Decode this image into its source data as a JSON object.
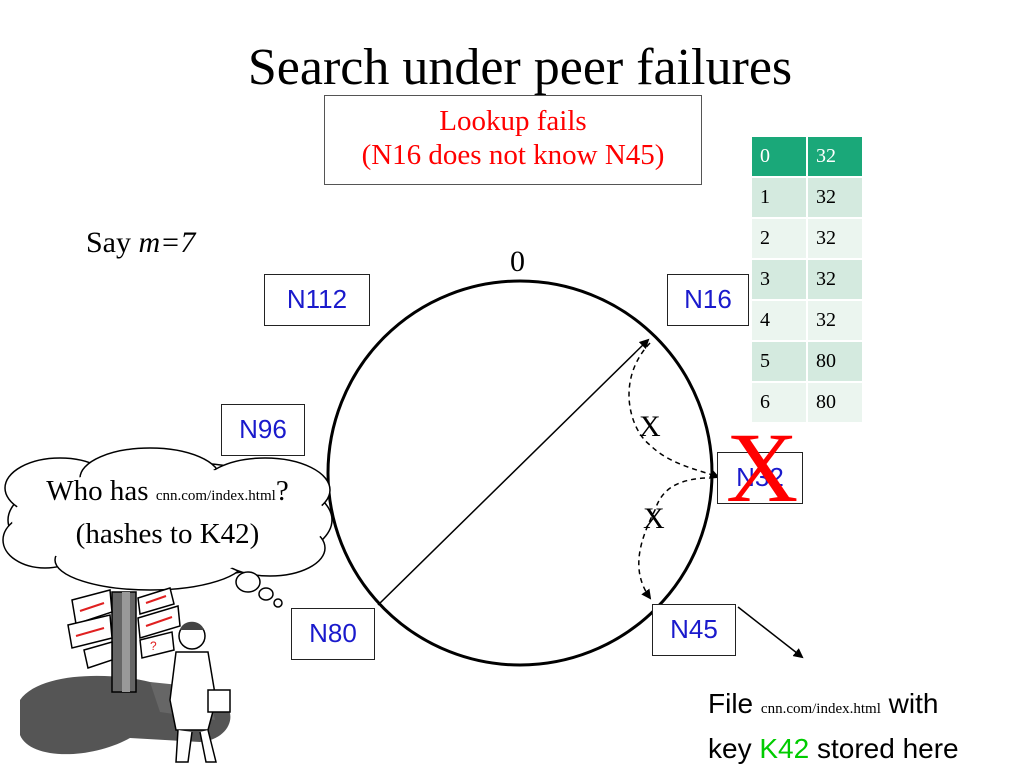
{
  "title": "Search under peer failures",
  "callout": {
    "line1": "Lookup fails",
    "line2": "(N16 does not know N45)"
  },
  "say_prefix": "Say ",
  "say_m": "m=7",
  "ring_zero": "0",
  "nodes": {
    "n112": "N112",
    "n16": "N16",
    "n96": "N96",
    "n32": "N32",
    "n80": "N80",
    "n45": "N45"
  },
  "failure_marks": {
    "small_x_1": "X",
    "small_x_2": "X",
    "big_x": "X"
  },
  "query": {
    "prefix": "Who has ",
    "url": "cnn.com/index.html",
    "suffix": "?",
    "line2": "(hashes to K42)"
  },
  "file_note": {
    "word_file": "File ",
    "url": "cnn.com/index.html",
    "word_with": " with",
    "word_key": "key ",
    "key": "K42",
    "stored": " stored here"
  },
  "finger_table": {
    "rows": [
      [
        "0",
        "32"
      ],
      [
        "1",
        "32"
      ],
      [
        "2",
        "32"
      ],
      [
        "3",
        "32"
      ],
      [
        "4",
        "32"
      ],
      [
        "5",
        "80"
      ],
      [
        "6",
        "80"
      ]
    ]
  },
  "colors": {
    "failure": "#ff0000",
    "node_text": "#1a1acc",
    "key_highlight": "#00cc00",
    "table_header": "#1aa879"
  }
}
